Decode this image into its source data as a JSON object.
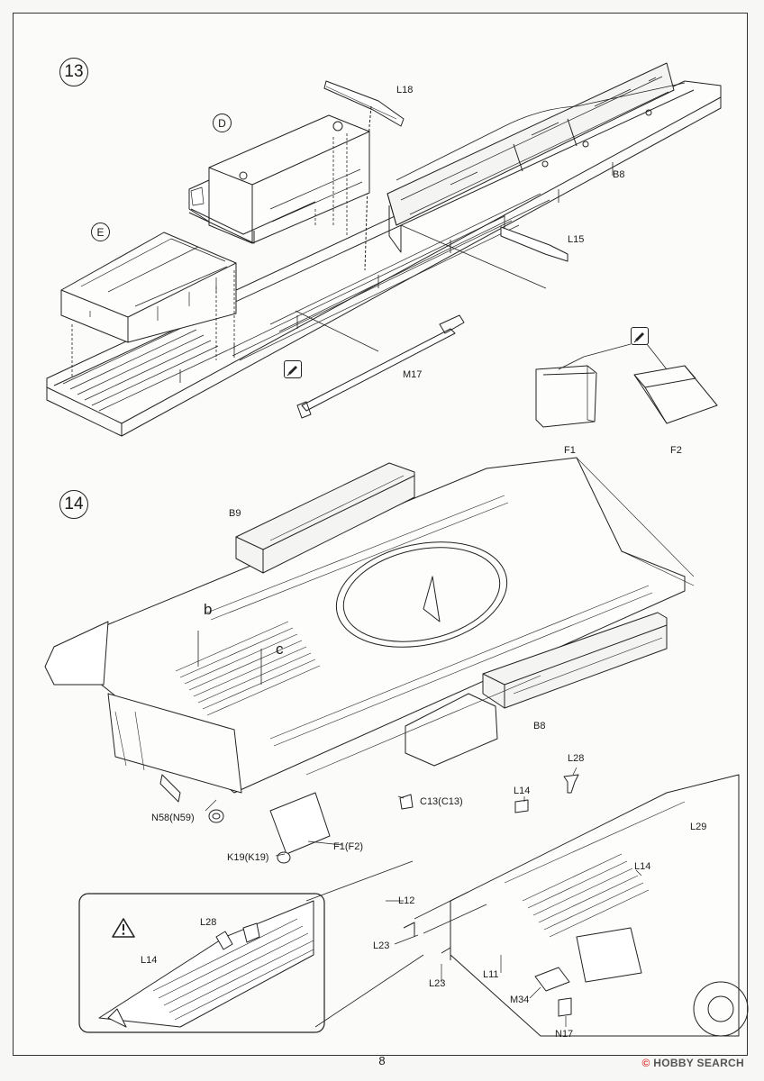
{
  "page": {
    "number": "8"
  },
  "watermark": {
    "brand": "HOBBY SEARCH",
    "mark": "©"
  },
  "steps": [
    {
      "number": "13",
      "subassemblies": [
        "D",
        "E"
      ],
      "parts": [
        "L18",
        "B8",
        "L15",
        "M17",
        "F1",
        "F2"
      ]
    },
    {
      "number": "14",
      "callouts": [
        "b",
        "c"
      ],
      "parts": [
        "B9",
        "B8",
        "N58(N59)",
        "K19(K19)",
        "F1(F2)",
        "C13(C13)",
        "L28",
        "L14",
        "L29",
        "L12",
        "L23",
        "L23",
        "L11",
        "M34",
        "N17",
        "L14"
      ],
      "inset": {
        "parts": [
          "L28",
          "L14"
        ]
      }
    }
  ],
  "icons": [
    "glue-icon",
    "warning-icon"
  ]
}
